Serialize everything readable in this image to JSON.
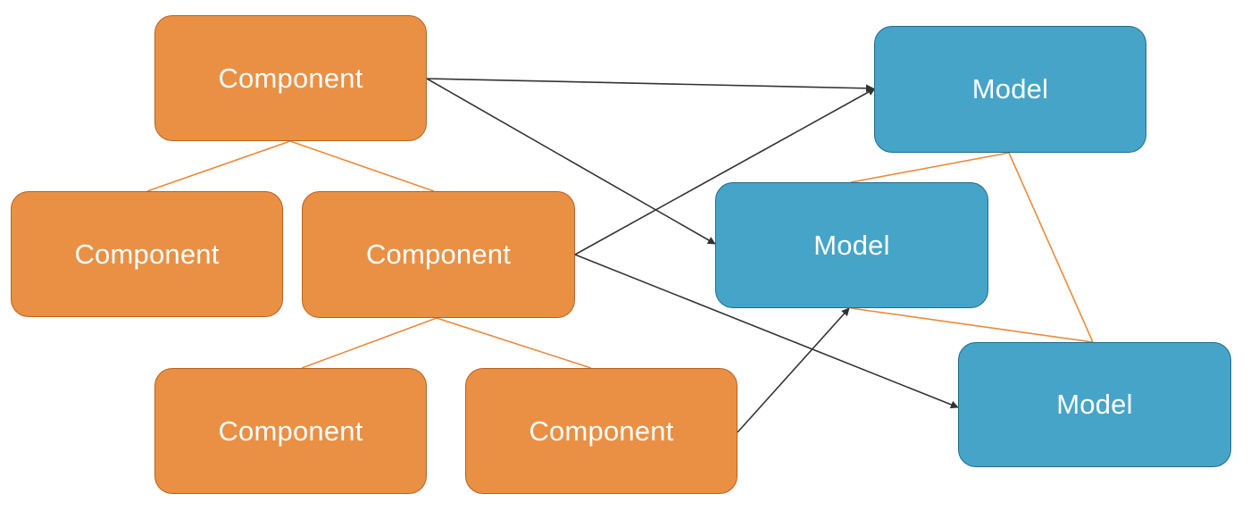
{
  "colors": {
    "component_fill": "#EA9044",
    "component_border": "#B8621F",
    "model_fill": "#46A4C8",
    "model_border": "#1F6C8C",
    "tree_link": "#EA8A3B",
    "arrow_link": "#333333"
  },
  "components": [
    {
      "id": "c1",
      "label": "Component"
    },
    {
      "id": "c2",
      "label": "Component"
    },
    {
      "id": "c3",
      "label": "Component"
    },
    {
      "id": "c4",
      "label": "Component"
    },
    {
      "id": "c5",
      "label": "Component"
    }
  ],
  "models": [
    {
      "id": "m1",
      "label": "Model"
    },
    {
      "id": "m2",
      "label": "Model"
    },
    {
      "id": "m3",
      "label": "Model"
    }
  ],
  "component_tree_links": [
    {
      "from": "c1",
      "to": "c2"
    },
    {
      "from": "c1",
      "to": "c3"
    },
    {
      "from": "c3",
      "to": "c4"
    },
    {
      "from": "c3",
      "to": "c5"
    }
  ],
  "model_links": [
    {
      "from": "m1",
      "to": "m2"
    },
    {
      "from": "m1",
      "to": "m3"
    },
    {
      "from": "m2",
      "to": "m3"
    }
  ],
  "dependency_arrows": [
    {
      "from": "c1",
      "to": "m1"
    },
    {
      "from": "c1",
      "to": "m2"
    },
    {
      "from": "c3",
      "to": "m1"
    },
    {
      "from": "c3",
      "to": "m3"
    },
    {
      "from": "c5",
      "to": "m2"
    }
  ]
}
